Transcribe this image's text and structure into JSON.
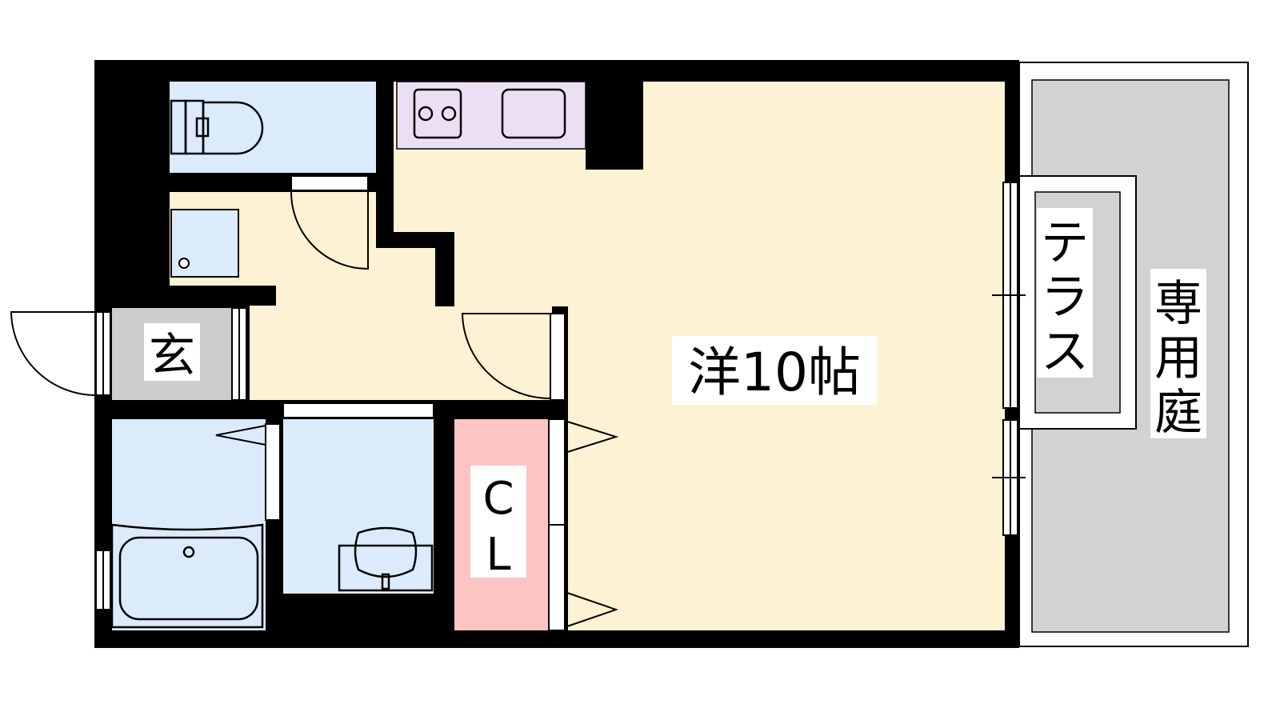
{
  "rooms": {
    "western": "洋10帖",
    "closet": [
      "C",
      "L"
    ],
    "entrance": "玄",
    "terrace": [
      "テ",
      "ラ",
      "ス"
    ],
    "garden": [
      "専",
      "用",
      "庭"
    ]
  },
  "colors": {
    "wall": "#000000",
    "living_floor": "#fdf2d3",
    "wet_area": "#dcebfc",
    "kitchen": "#ecdff3",
    "closet": "#fdc4c4",
    "entrance": "#cccccc",
    "outdoor": "#d2d2d2"
  }
}
